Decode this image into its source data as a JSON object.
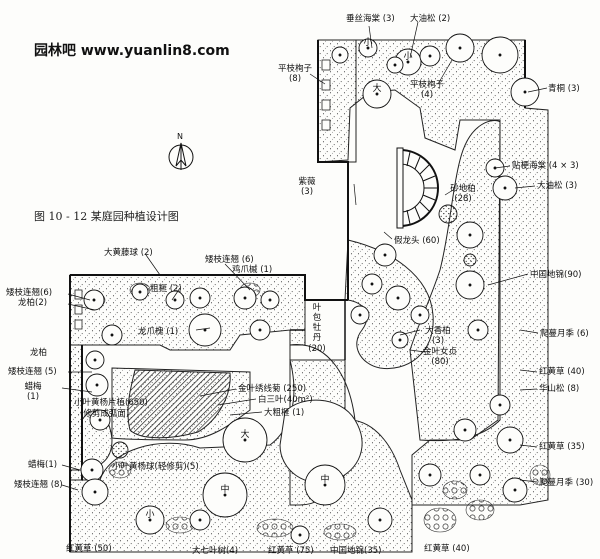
{
  "site_label": "园林吧 www.yuanlin8.com",
  "figure_caption": "图 10 - 12  某庭园种植设计图",
  "north_label": "N",
  "tree_marks": {
    "da": "大",
    "zhong": "中",
    "xiao": "小"
  },
  "labels": {
    "chuisi_haitang": "垂丝海棠 (3)",
    "da_yousong_2": "大油松 (2)",
    "pingzhi_gouzi_8a": "平枝栒子",
    "pingzhi_gouzi_8b": "(8)",
    "pingzhi_gouzi_4a": "平枝栒子",
    "pingzhi_gouzi_4b": "(4)",
    "qingtong": "青桐 (3)",
    "tiegeng_haitang": "贴梗海棠 (4 × 3)",
    "da_yousong_3": "大油松 (3)",
    "shadibai_a": "砂地柏",
    "shadibai_b": "(28)",
    "ziwei_a": "紫薇",
    "ziwei_b": "(3)",
    "jialongtou": "假龙头 (60)",
    "zhongguo_dijin_90": "中国地锦(90)",
    "pamanyueji_6": "爬蔓月季 (6)",
    "dahuang_qiu": "大黄藤球 (2)",
    "aizhi_lianqiao_6a": "矮枝连翘 (6)",
    "jizhaoqi": "鸡爪槭 (1)",
    "aizhi_lianqiao_6b": "矮枝连翘(6)",
    "longbai_2": "龙柏(2)",
    "zuqi": "粗榧 (2)",
    "longzhua_huai": "龙爪槐 (1)",
    "yebao_a": "叶",
    "yebao_b": "包",
    "yebao_c": "牡",
    "yebao_d": "丹",
    "yebao_e": "(20)",
    "daxiangbai_a": "大香柏",
    "daxiangbai_b": "(3)",
    "jinyenvzhen_a": "金叶女贞",
    "jinyenvzhen_b": "(80)",
    "longbai": "龙柏",
    "aizhi_lianqiao_5": "矮枝连翘 (5)",
    "lamei_1_a": "蜡梅",
    "lamei_1_b": "(1)",
    "xiaoye_huangyang_a": "小叶黄杨片植(650)",
    "xiaoye_huangyang_b": "(修剪成弧面)",
    "jinye_xiuxianju": "金叶绣线菊 (250)",
    "baisanye": "白三叶(40m²)",
    "dazuqi": "大粗榧 (1)",
    "hongyuangcao_40a": "红黄草 (40)",
    "huashansong": "华山松 (8)",
    "hongyuangcao_35": "红黄草 (35)",
    "lamei_1b": "蜡梅(1)",
    "xiaoye_huangyangqiu": "小叶黄杨球(轻修剪)(5)",
    "aizhi_lianqiao_8": "矮枝连翘 (8)",
    "pamanyueji_30": "爬蔓月季 (30)",
    "hongyuangcao_50": "红黄草 (50)",
    "daqiyeshu": "大七叶树(4)",
    "hongyuangcao_75": "红黄草 (75)",
    "zhongguo_dijin_35": "中国地锦(35)",
    "hongyuangcao_40b": "红黄草 (40)"
  }
}
